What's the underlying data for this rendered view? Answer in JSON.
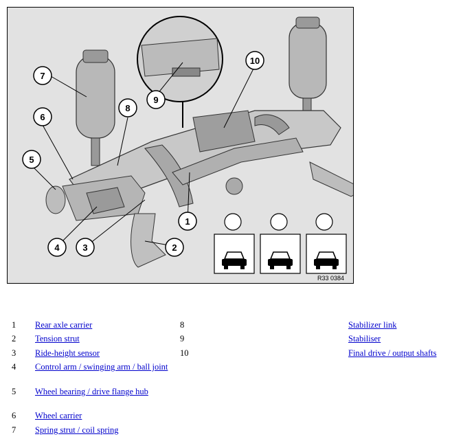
{
  "figure": {
    "id": "R33 0384",
    "callouts": [
      "1",
      "2",
      "3",
      "4",
      "5",
      "6",
      "7",
      "8",
      "9",
      "10"
    ]
  },
  "legend": {
    "left": [
      {
        "num": "1",
        "label": "Rear axle carrier"
      },
      {
        "num": "2",
        "label": "Tension strut"
      },
      {
        "num": "3",
        "label": "Ride-height sensor"
      },
      {
        "num": "4",
        "label": "Control arm / swinging arm / ball joint"
      },
      {
        "num": "5",
        "label": "Wheel bearing / drive flange hub"
      },
      {
        "num": "6",
        "label": "Wheel carrier"
      },
      {
        "num": "7",
        "label": "Spring strut / coil spring"
      }
    ],
    "right": [
      {
        "num": "8",
        "label": "Stabilizer link"
      },
      {
        "num": "9",
        "label": "Stabiliser"
      },
      {
        "num": "10",
        "label": "Final drive / output shafts"
      }
    ]
  },
  "icons": [
    "car-icon",
    "car-icon",
    "car-icon"
  ]
}
